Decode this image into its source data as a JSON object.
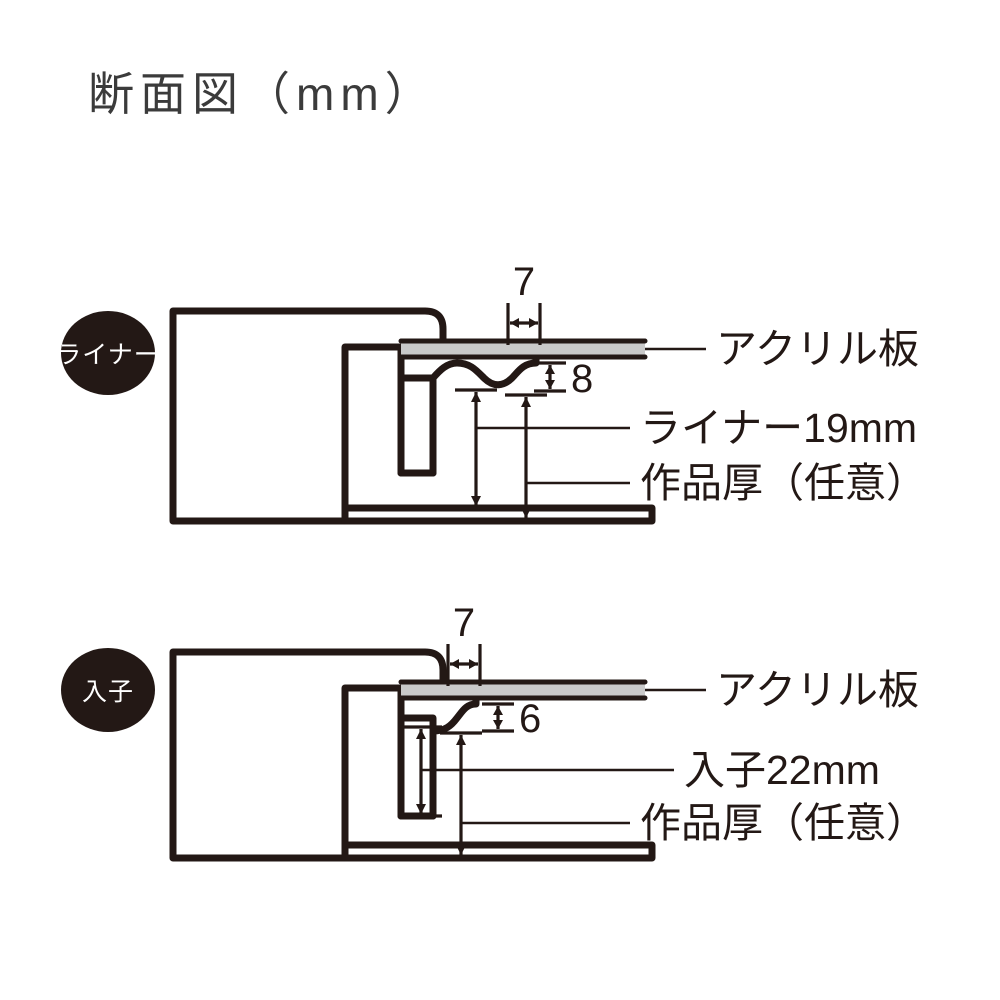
{
  "page": {
    "title": "断面図（mm）",
    "background_color": "#ffffff",
    "line_color": "#231815",
    "acrylic_color": "#c9c9c9",
    "badge_color": "#231815",
    "badge_text_color": "#ffffff"
  },
  "diagrams": [
    {
      "id": "liner",
      "badge_label": "ライナー",
      "dimensions": {
        "rabbet_width": "7",
        "liner_face_height": "8"
      },
      "callouts": [
        {
          "id": "acrylic",
          "label": "アクリル板"
        },
        {
          "id": "liner-depth",
          "label": "ライナー19mm"
        },
        {
          "id": "artwork-thickness",
          "label": "作品厚（任意）"
        }
      ]
    },
    {
      "id": "insert",
      "badge_label": "入子",
      "dimensions": {
        "rabbet_width": "7",
        "insert_face_height": "6"
      },
      "callouts": [
        {
          "id": "acrylic",
          "label": "アクリル板"
        },
        {
          "id": "insert-depth",
          "label": "入子22mm"
        },
        {
          "id": "artwork-thickness",
          "label": "作品厚（任意）"
        }
      ]
    }
  ]
}
